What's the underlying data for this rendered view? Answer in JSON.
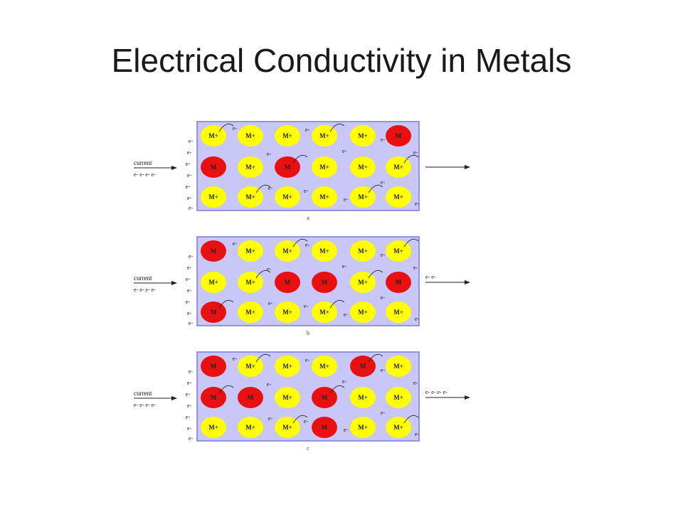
{
  "title": "Electrical Conductivity in Metals",
  "labels": {
    "metal_ion": "M+",
    "metal_atom": "M",
    "electron": "e-",
    "current": "current",
    "incoming_electrons": "e- e- e- e-"
  },
  "colors": {
    "ion": "#ffff00",
    "atom": "#e81010",
    "lattice": "#c9c7f7"
  },
  "panels": [
    {
      "label": "a",
      "outgoing_electrons": "",
      "grid": [
        [
          "M+",
          "M+",
          "M+",
          "M+",
          "M+",
          "M"
        ],
        [
          "M",
          "M+",
          "M",
          "M+",
          "M+",
          "M+"
        ],
        [
          "M+",
          "M+",
          "M+",
          "M+",
          "M+",
          "M+"
        ]
      ]
    },
    {
      "label": "b",
      "outgoing_electrons": "e- e-",
      "grid": [
        [
          "M",
          "M+",
          "M+",
          "M+",
          "M+",
          "M+"
        ],
        [
          "M+",
          "M+",
          "M",
          "M",
          "M+",
          "M"
        ],
        [
          "M",
          "M+",
          "M+",
          "M+",
          "M+",
          "M+"
        ]
      ]
    },
    {
      "label": "c",
      "outgoing_electrons": "e- e- e- e-",
      "grid": [
        [
          "M",
          "M+",
          "M+",
          "M+",
          "M",
          "M+"
        ],
        [
          "M",
          "M",
          "M+",
          "M",
          "M+",
          "M+"
        ],
        [
          "M+",
          "M+",
          "M+",
          "M",
          "M+",
          "M+"
        ]
      ]
    }
  ]
}
